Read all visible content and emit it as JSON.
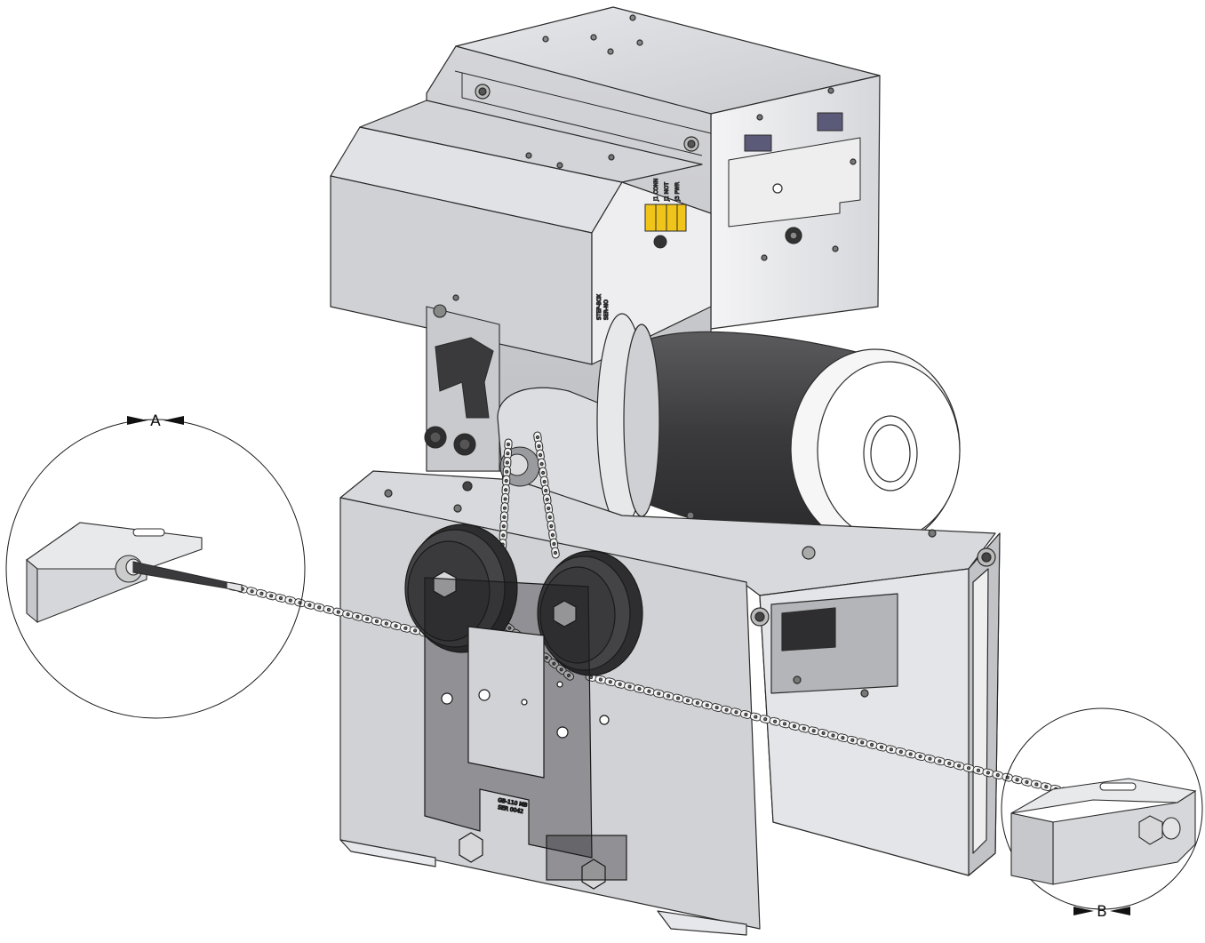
{
  "detail_views": [
    {
      "label": "A"
    },
    {
      "label": "B"
    }
  ],
  "labels": {
    "terminal_block_text": [
      "J1 CONN",
      "J2 MOT",
      "J3 PWR"
    ],
    "cover_label": [
      "STEP-BOX",
      "SER-NO"
    ],
    "bracket_label": [
      "GB-110 MB",
      "SER 0042"
    ]
  },
  "colors": {
    "outline": "#2b2b2b",
    "sheet_metal": "#d9dadd",
    "sheet_metal_dark": "#b9babe",
    "motor_body": "#3d3d3f",
    "pulley": "#2e2e30",
    "terminal": "#f0c419",
    "bracket_transparent": "#1b1b1d"
  }
}
